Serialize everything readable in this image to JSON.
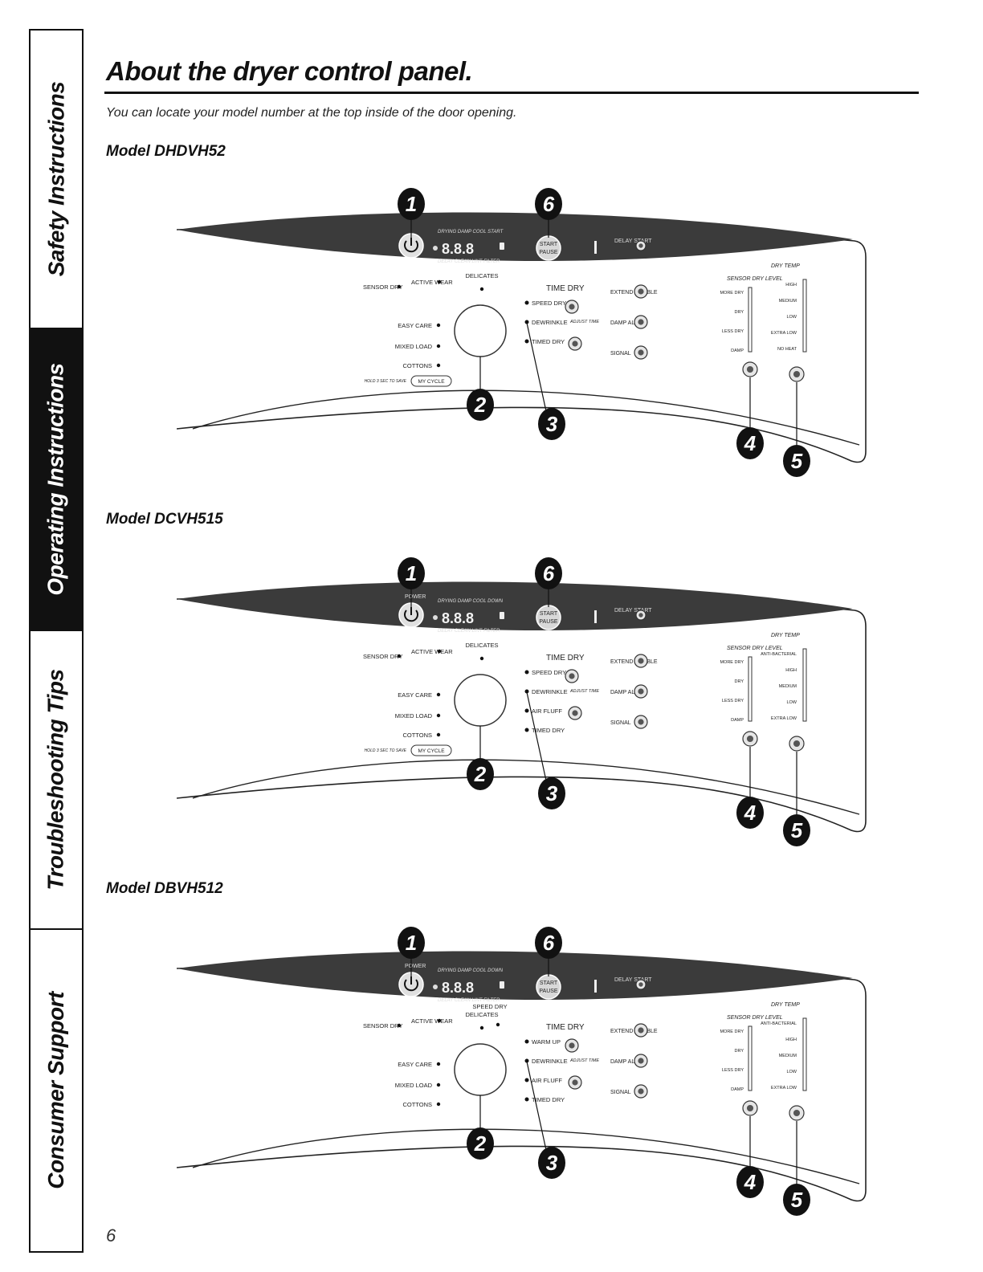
{
  "tabs": [
    {
      "label": "Safety Instructions",
      "active": false
    },
    {
      "label": "Operating Instructions",
      "active": true
    },
    {
      "label": "Troubleshooting Tips",
      "active": false
    },
    {
      "label": "Consumer Support",
      "active": false
    }
  ],
  "title": "About the dryer control panel.",
  "intro": "You can locate your model number at the top inside of the door opening.",
  "models": [
    {
      "label": "Model DHDVH52",
      "display": "8.8.8",
      "status_top": "DRYING DAMP COOL START",
      "status_bottom": "DELAY CLEAN LINT FILTER",
      "power_label": "",
      "cycles_left": [
        "SENSOR DRY",
        "ACTIVE WEAR",
        "EASY CARE",
        "MIXED LOAD",
        "COTTONS"
      ],
      "cycles_top": [
        "DELICATES"
      ],
      "cycles_right": [
        "SPEED DRY",
        "DEWRINKLE",
        "TIMED DRY"
      ],
      "time_dry": "TIME DRY",
      "adjust_time": "ADJUST TIME",
      "my_cycle": "MY CYCLE",
      "hold": "HOLD 3 SEC TO SAVE",
      "options": [
        "EXTEND TUMBLE",
        "DAMP ALERT",
        "SIGNAL"
      ],
      "start_label": "START",
      "pause_label": "PAUSE",
      "delay_start": "DELAY START",
      "sensor_dry_level": "SENSOR DRY LEVEL",
      "sensor_levels": [
        "MORE DRY",
        "DRY",
        "LESS DRY",
        "DAMP"
      ],
      "dry_temp": "DRY TEMP",
      "temps": [
        "HIGH",
        "MEDIUM",
        "LOW",
        "EXTRA LOW",
        "NO HEAT"
      ]
    },
    {
      "label": "Model DCVH515",
      "display": "8.8.8",
      "status_top": "DRYING DAMP COOL DOWN",
      "status_bottom": "DELAY CLEAN LINT FILTER",
      "power_label": "POWER",
      "cycles_left": [
        "SENSOR DRY",
        "ACTIVE WEAR",
        "EASY CARE",
        "MIXED LOAD",
        "COTTONS"
      ],
      "cycles_top": [
        "DELICATES"
      ],
      "cycles_right": [
        "SPEED DRY",
        "DEWRINKLE",
        "AIR FLUFF",
        "TIMED DRY"
      ],
      "time_dry": "TIME DRY",
      "adjust_time": "ADJUST TIME",
      "my_cycle": "MY CYCLE",
      "hold": "HOLD 3 SEC TO SAVE",
      "options": [
        "EXTEND TUMBLE",
        "DAMP ALERT",
        "SIGNAL"
      ],
      "start_label": "START",
      "pause_label": "PAUSE",
      "delay_start": "DELAY START",
      "sensor_dry_level": "SENSOR DRY LEVEL",
      "sensor_levels": [
        "MORE DRY",
        "DRY",
        "LESS DRY",
        "DAMP"
      ],
      "dry_temp": "DRY TEMP",
      "temps": [
        "ANTI-BACTERIAL",
        "HIGH",
        "MEDIUM",
        "LOW",
        "EXTRA LOW"
      ]
    },
    {
      "label": "Model DBVH512",
      "display": "8.8.8",
      "status_top": "DRYING DAMP COOL DOWN",
      "status_bottom": "DELAY CLEAN LINT FILTER",
      "power_label": "POWER",
      "cycles_left": [
        "SENSOR DRY",
        "ACTIVE WEAR",
        "EASY CARE",
        "MIXED LOAD",
        "COTTONS"
      ],
      "cycles_top": [
        "DELICATES",
        "SPEED DRY"
      ],
      "cycles_right": [
        "WARM UP",
        "DEWRINKLE",
        "AIR FLUFF",
        "TIMED DRY"
      ],
      "time_dry": "TIME DRY",
      "adjust_time": "ADJUST TIME",
      "my_cycle": "",
      "hold": "",
      "options": [
        "EXTEND TUMBLE",
        "DAMP ALERT",
        "SIGNAL"
      ],
      "start_label": "START",
      "pause_label": "PAUSE",
      "delay_start": "DELAY START",
      "sensor_dry_level": "SENSOR DRY LEVEL",
      "sensor_levels": [
        "MORE DRY",
        "DRY",
        "LESS DRY",
        "DAMP"
      ],
      "dry_temp": "DRY TEMP",
      "temps": [
        "ANTI-BACTERIAL",
        "HIGH",
        "MEDIUM",
        "LOW",
        "EXTRA LOW"
      ]
    }
  ],
  "callouts": [
    "1",
    "6",
    "2",
    "3",
    "4",
    "5"
  ],
  "page_number": "6"
}
